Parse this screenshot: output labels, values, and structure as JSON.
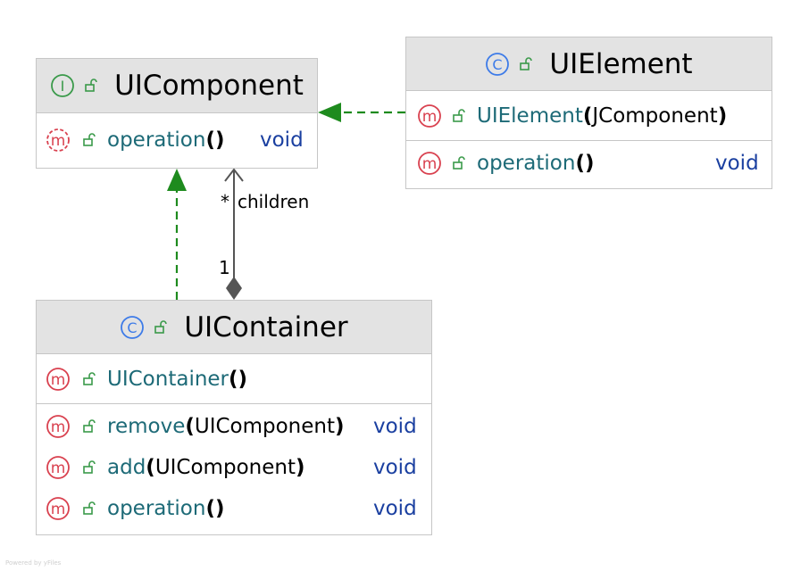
{
  "colors": {
    "header_bg": "#e3e3e3",
    "border": "#c6c6c6",
    "method_icon": "#d9414f",
    "class_icon": "#3d7be8",
    "interface_icon": "#3a9a4a",
    "lock_icon": "#3a9a4a",
    "function_name": "#1d6a77",
    "return_type": "#1a3fa0",
    "realization_arrow": "#1e8b1e",
    "composition_line": "#555555"
  },
  "ui_component": {
    "kind": "I",
    "kind_icon": "interface-icon",
    "title": "UIComponent",
    "methods": [
      {
        "name": "operation",
        "params": "",
        "open": "(",
        "close": ")",
        "ret": "void",
        "icon": "abstract-method-icon"
      }
    ]
  },
  "ui_element": {
    "kind": "C",
    "kind_icon": "class-icon",
    "title": "UIElement",
    "constructors": [
      {
        "name": "UIElement",
        "params": "JComponent",
        "open": "(",
        "close": ")",
        "ret": "",
        "icon": "method-icon"
      }
    ],
    "methods": [
      {
        "name": "operation",
        "params": "",
        "open": "(",
        "close": ")",
        "ret": "void",
        "icon": "method-icon"
      }
    ]
  },
  "ui_container": {
    "kind": "C",
    "kind_icon": "class-icon",
    "title": "UIContainer",
    "constructors": [
      {
        "name": "UIContainer",
        "params": "",
        "open": "(",
        "close": ")",
        "ret": "",
        "icon": "method-icon"
      }
    ],
    "methods": [
      {
        "name": "remove",
        "params": "UIComponent",
        "open": "(",
        "close": ")",
        "ret": "void",
        "icon": "method-icon"
      },
      {
        "name": "add",
        "params": "UIComponent",
        "open": "(",
        "close": ")",
        "ret": "void",
        "icon": "method-icon"
      },
      {
        "name": "operation",
        "params": "",
        "open": "(",
        "close": ")",
        "ret": "void",
        "icon": "method-icon"
      }
    ]
  },
  "relations": {
    "composition": {
      "role": "children",
      "target_multiplicity": "*",
      "source_multiplicity": "1"
    }
  },
  "watermark": "Powered by yFiles"
}
